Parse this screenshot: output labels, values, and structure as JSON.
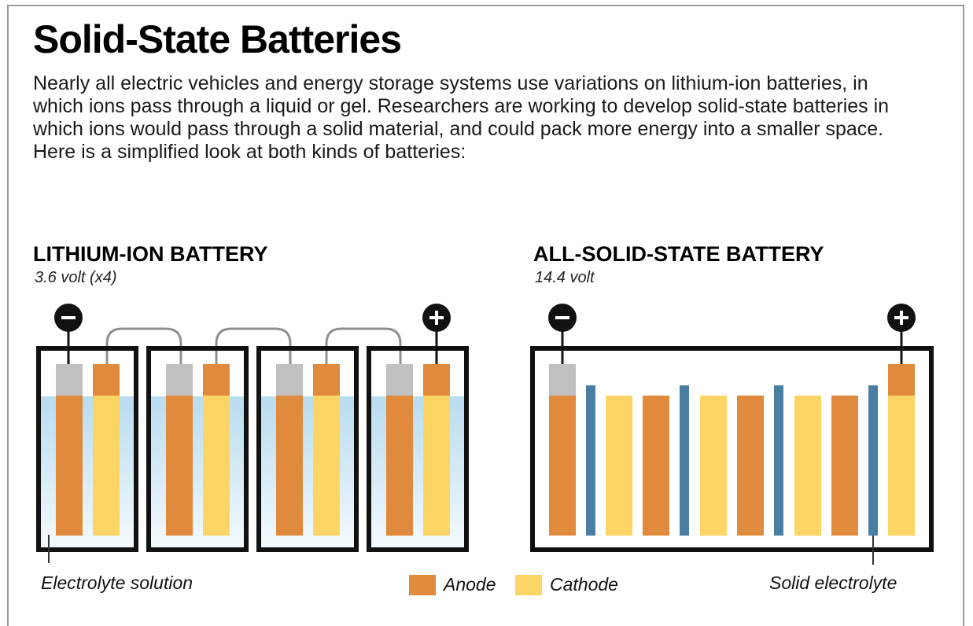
{
  "title": "Solid-State Batteries",
  "intro": "Nearly all electric vehicles and energy storage systems use variations on lithium-ion batteries, in which ions pass through a liquid or gel. Researchers are working to develop solid-state batteries in which ions would pass through a solid material, and could pack more energy into a smaller space. Here is a simplified look at both kinds of batteries:",
  "left": {
    "heading": "LITHIUM-ION BATTERY",
    "subheading": "3.6 volt (x4)",
    "callout": "Electrolyte solution"
  },
  "right": {
    "heading": "ALL-SOLID-STATE BATTERY",
    "subheading": "14.4 volt",
    "callout": "Solid electrolyte"
  },
  "legend": {
    "anode": "Anode",
    "cathode": "Cathode"
  },
  "terminals": {
    "negative": "−",
    "positive": "+"
  },
  "colors": {
    "anode": "#df8a3c",
    "cathode": "#fdd565",
    "electrolyte_liquid": "#c3e1f0",
    "solid_electrolyte": "#4a7ea3",
    "terminal_cap": "#c0c0c0",
    "outline": "#111111",
    "wire": "#909090"
  }
}
